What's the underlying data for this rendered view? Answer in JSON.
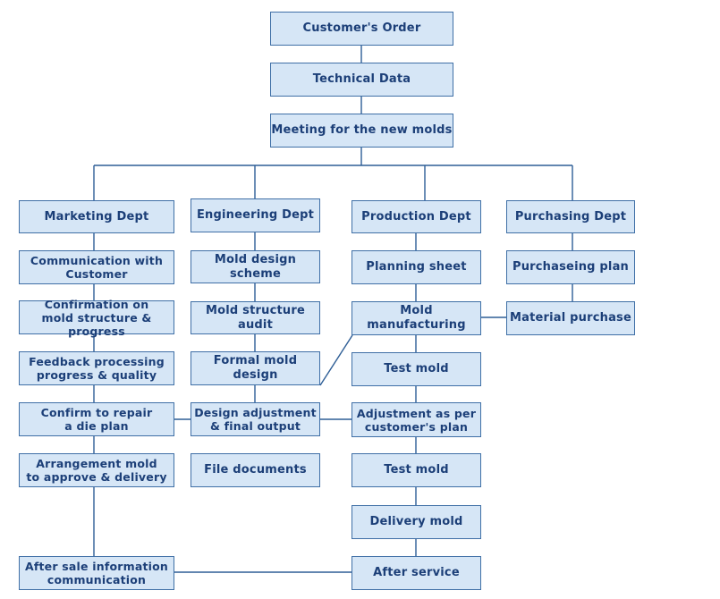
{
  "top": {
    "customer_order": "Customer's Order",
    "technical_data": "Technical Data",
    "meeting": "Meeting for the new molds"
  },
  "marketing": {
    "dept": "Marketing Dept",
    "communication": "Communication with\nCustomer",
    "confirmation": "Confirmation on\nmold structure & progress",
    "feedback": "Feedback processing\nprogress & quality",
    "confirm_repair": "Confirm to repair\na die plan",
    "arrangement": "Arrangement mold\nto approve & delivery",
    "after_sale": "After sale information\ncommunication"
  },
  "engineering": {
    "dept": "Engineering Dept",
    "design_scheme": "Mold design scheme",
    "structure_audit": "Mold structure audit",
    "formal_design": "Formal mold design",
    "design_adjustment": "Design adjustment\n& final output",
    "file_documents": "File documents"
  },
  "production": {
    "dept": "Production Dept",
    "planning_sheet": "Planning sheet",
    "mold_manufacturing": "Mold manufacturing",
    "test_mold_1": "Test mold",
    "adjustment": "Adjustment as per\ncustomer's plan",
    "test_mold_2": "Test mold",
    "delivery_mold": "Delivery mold",
    "after_service": "After service"
  },
  "purchasing": {
    "dept": "Purchasing Dept",
    "plan": "Purchaseing plan",
    "material_purchase": "Material purchase"
  },
  "colors": {
    "box_fill": "#d6e6f6",
    "box_border": "#3f6fa6",
    "text": "#1c3f78",
    "connector": "#2e5e96"
  }
}
